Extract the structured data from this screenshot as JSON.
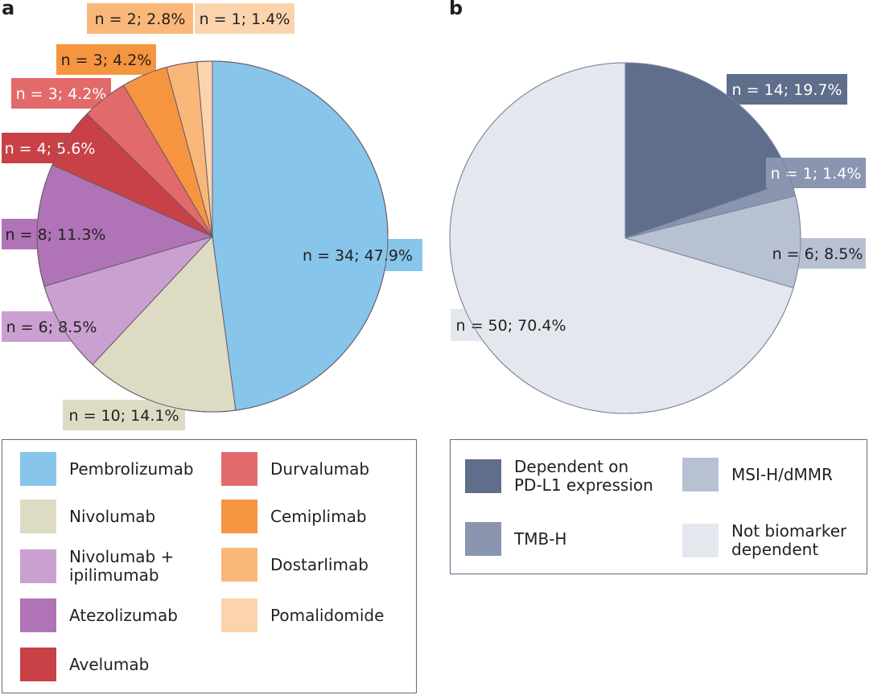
{
  "panels": {
    "a": "a",
    "b": "b"
  },
  "chart_data": [
    {
      "type": "pie",
      "panel": "a",
      "slices": [
        {
          "name": "Pembrolizumab",
          "n": 34,
          "percent": 47.9,
          "label": "n = 34; 47.9%",
          "color": "#87c5ea"
        },
        {
          "name": "Nivolumab",
          "n": 10,
          "percent": 14.1,
          "label": "n = 10; 14.1%",
          "color": "#dedbc4"
        },
        {
          "name": "Nivolumab + ipilimumab",
          "n": 6,
          "percent": 8.5,
          "label": "n = 6; 8.5%",
          "color": "#c9a0d0"
        },
        {
          "name": "Atezolizumab",
          "n": 8,
          "percent": 11.3,
          "label": "n = 8; 11.3%",
          "color": "#b073b6"
        },
        {
          "name": "Avelumab",
          "n": 4,
          "percent": 5.6,
          "label": "n = 4; 5.6%",
          "color": "#c84146"
        },
        {
          "name": "Durvalumab",
          "n": 3,
          "percent": 4.2,
          "label": "n = 3; 4.2%",
          "color": "#e36a6a"
        },
        {
          "name": "Cemiplimab",
          "n": 3,
          "percent": 4.2,
          "label": "n = 3; 4.2%",
          "color": "#f5953f"
        },
        {
          "name": "Dostarlimab",
          "n": 2,
          "percent": 2.8,
          "label": "n = 2; 2.8%",
          "color": "#f9b87a"
        },
        {
          "name": "Pomalidomide",
          "n": 1,
          "percent": 1.4,
          "label": "n = 1; 1.4%",
          "color": "#fbd4ad"
        }
      ],
      "legend": [
        {
          "label": "Pembrolizumab",
          "color": "#87c5ea"
        },
        {
          "label": "Nivolumab",
          "color": "#dedbc4"
        },
        {
          "label": "Nivolumab +\nipilimumab",
          "color": "#c9a0d0"
        },
        {
          "label": "Atezolizumab",
          "color": "#b073b6"
        },
        {
          "label": "Avelumab",
          "color": "#c84146"
        },
        {
          "label": "Durvalumab",
          "color": "#e36a6a"
        },
        {
          "label": "Cemiplimab",
          "color": "#f5953f"
        },
        {
          "label": "Dostarlimab",
          "color": "#f9b87a"
        },
        {
          "label": "Pomalidomide",
          "color": "#fbd4ad"
        }
      ]
    },
    {
      "type": "pie",
      "panel": "b",
      "slices": [
        {
          "name": "Dependent on PD-L1 expression",
          "n": 14,
          "percent": 19.7,
          "label": "n = 14; 19.7%",
          "color": "#5f6e8a"
        },
        {
          "name": "TMB-H",
          "n": 1,
          "percent": 1.4,
          "label": "n = 1; 1.4%",
          "color": "#8a96b0"
        },
        {
          "name": "MSI-H/dMMR",
          "n": 6,
          "percent": 8.5,
          "label": "n = 6; 8.5%",
          "color": "#b8c1d2"
        },
        {
          "name": "Not biomarker dependent",
          "n": 50,
          "percent": 70.4,
          "label": "n = 50; 70.4%",
          "color": "#e4e8ee"
        }
      ],
      "legend": [
        {
          "label": "Dependent on\nPD-L1 expression",
          "color": "#5f6e8a"
        },
        {
          "label": "TMB-H",
          "color": "#8a96b0"
        },
        {
          "label": "MSI-H/dMMR",
          "color": "#b8c1d2"
        },
        {
          "label": "Not biomarker\ndependent",
          "color": "#e4e8ee"
        }
      ]
    }
  ]
}
